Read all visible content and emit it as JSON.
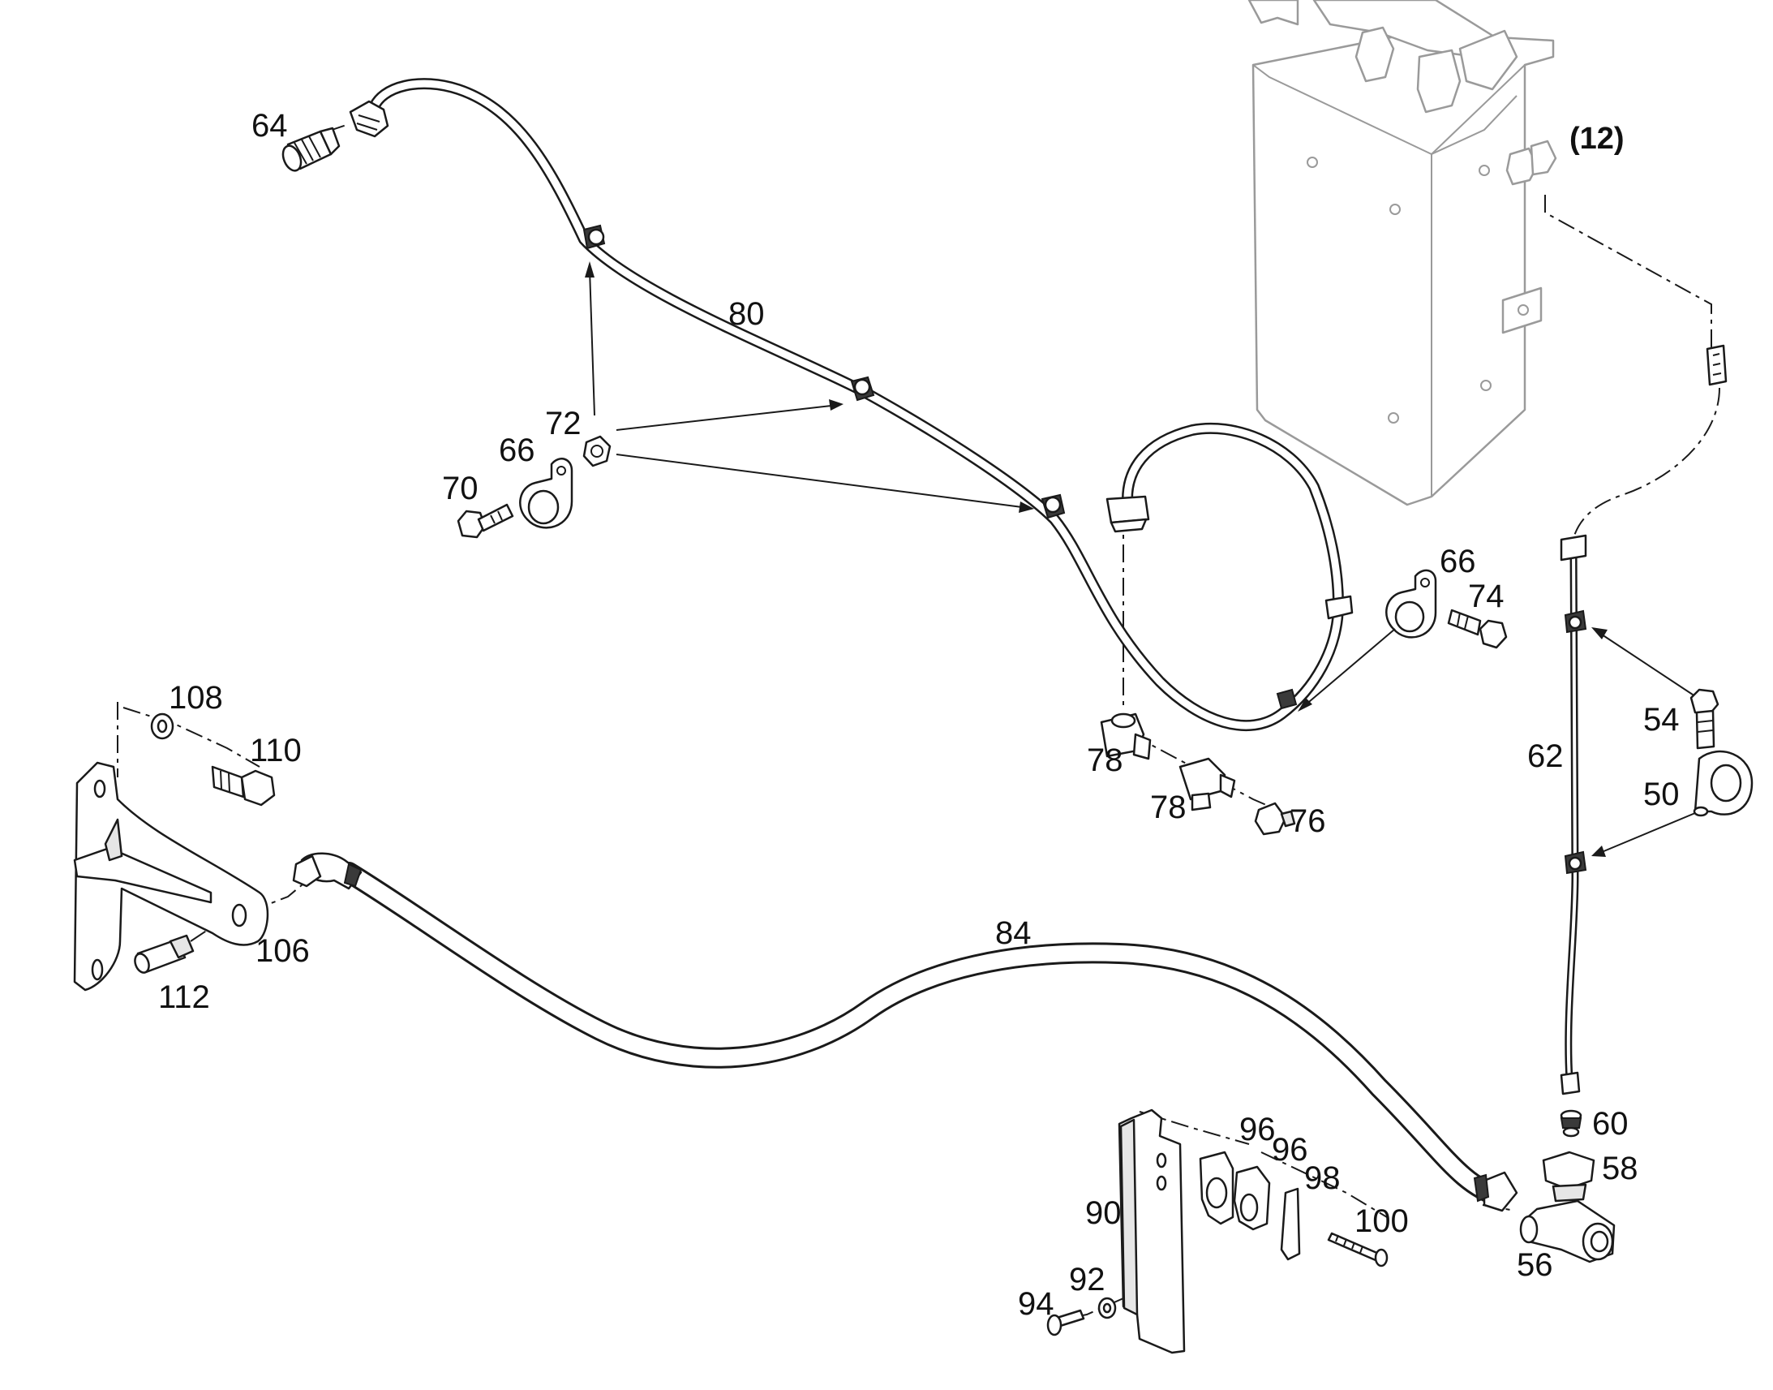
{
  "labels": {
    "tank_ref": "(12)",
    "p50": "50",
    "p54": "54",
    "p56": "56",
    "p58": "58",
    "p60": "60",
    "p62": "62",
    "p64": "64",
    "p66a": "66",
    "p66b": "66",
    "p70": "70",
    "p72": "72",
    "p74": "74",
    "p76": "76",
    "p78a": "78",
    "p78b": "78",
    "p80": "80",
    "p84": "84",
    "p90": "90",
    "p92": "92",
    "p94": "94",
    "p96a": "96",
    "p96b": "96",
    "p98": "98",
    "p100": "100",
    "p106": "106",
    "p108": "108",
    "p110": "110",
    "p112": "112"
  },
  "icons": {
    "tank": "hydraulic-tank-icon",
    "hose": "hose-icon",
    "clamp": "p-clamp-icon",
    "bolt": "hex-bolt-icon",
    "nut": "hex-nut-icon",
    "tee": "tee-fitting-icon",
    "bracket": "mounting-bracket-icon"
  },
  "colors": {
    "line": "#1a1a1a",
    "ghost": "#9a9a9a",
    "background": "#ffffff"
  }
}
